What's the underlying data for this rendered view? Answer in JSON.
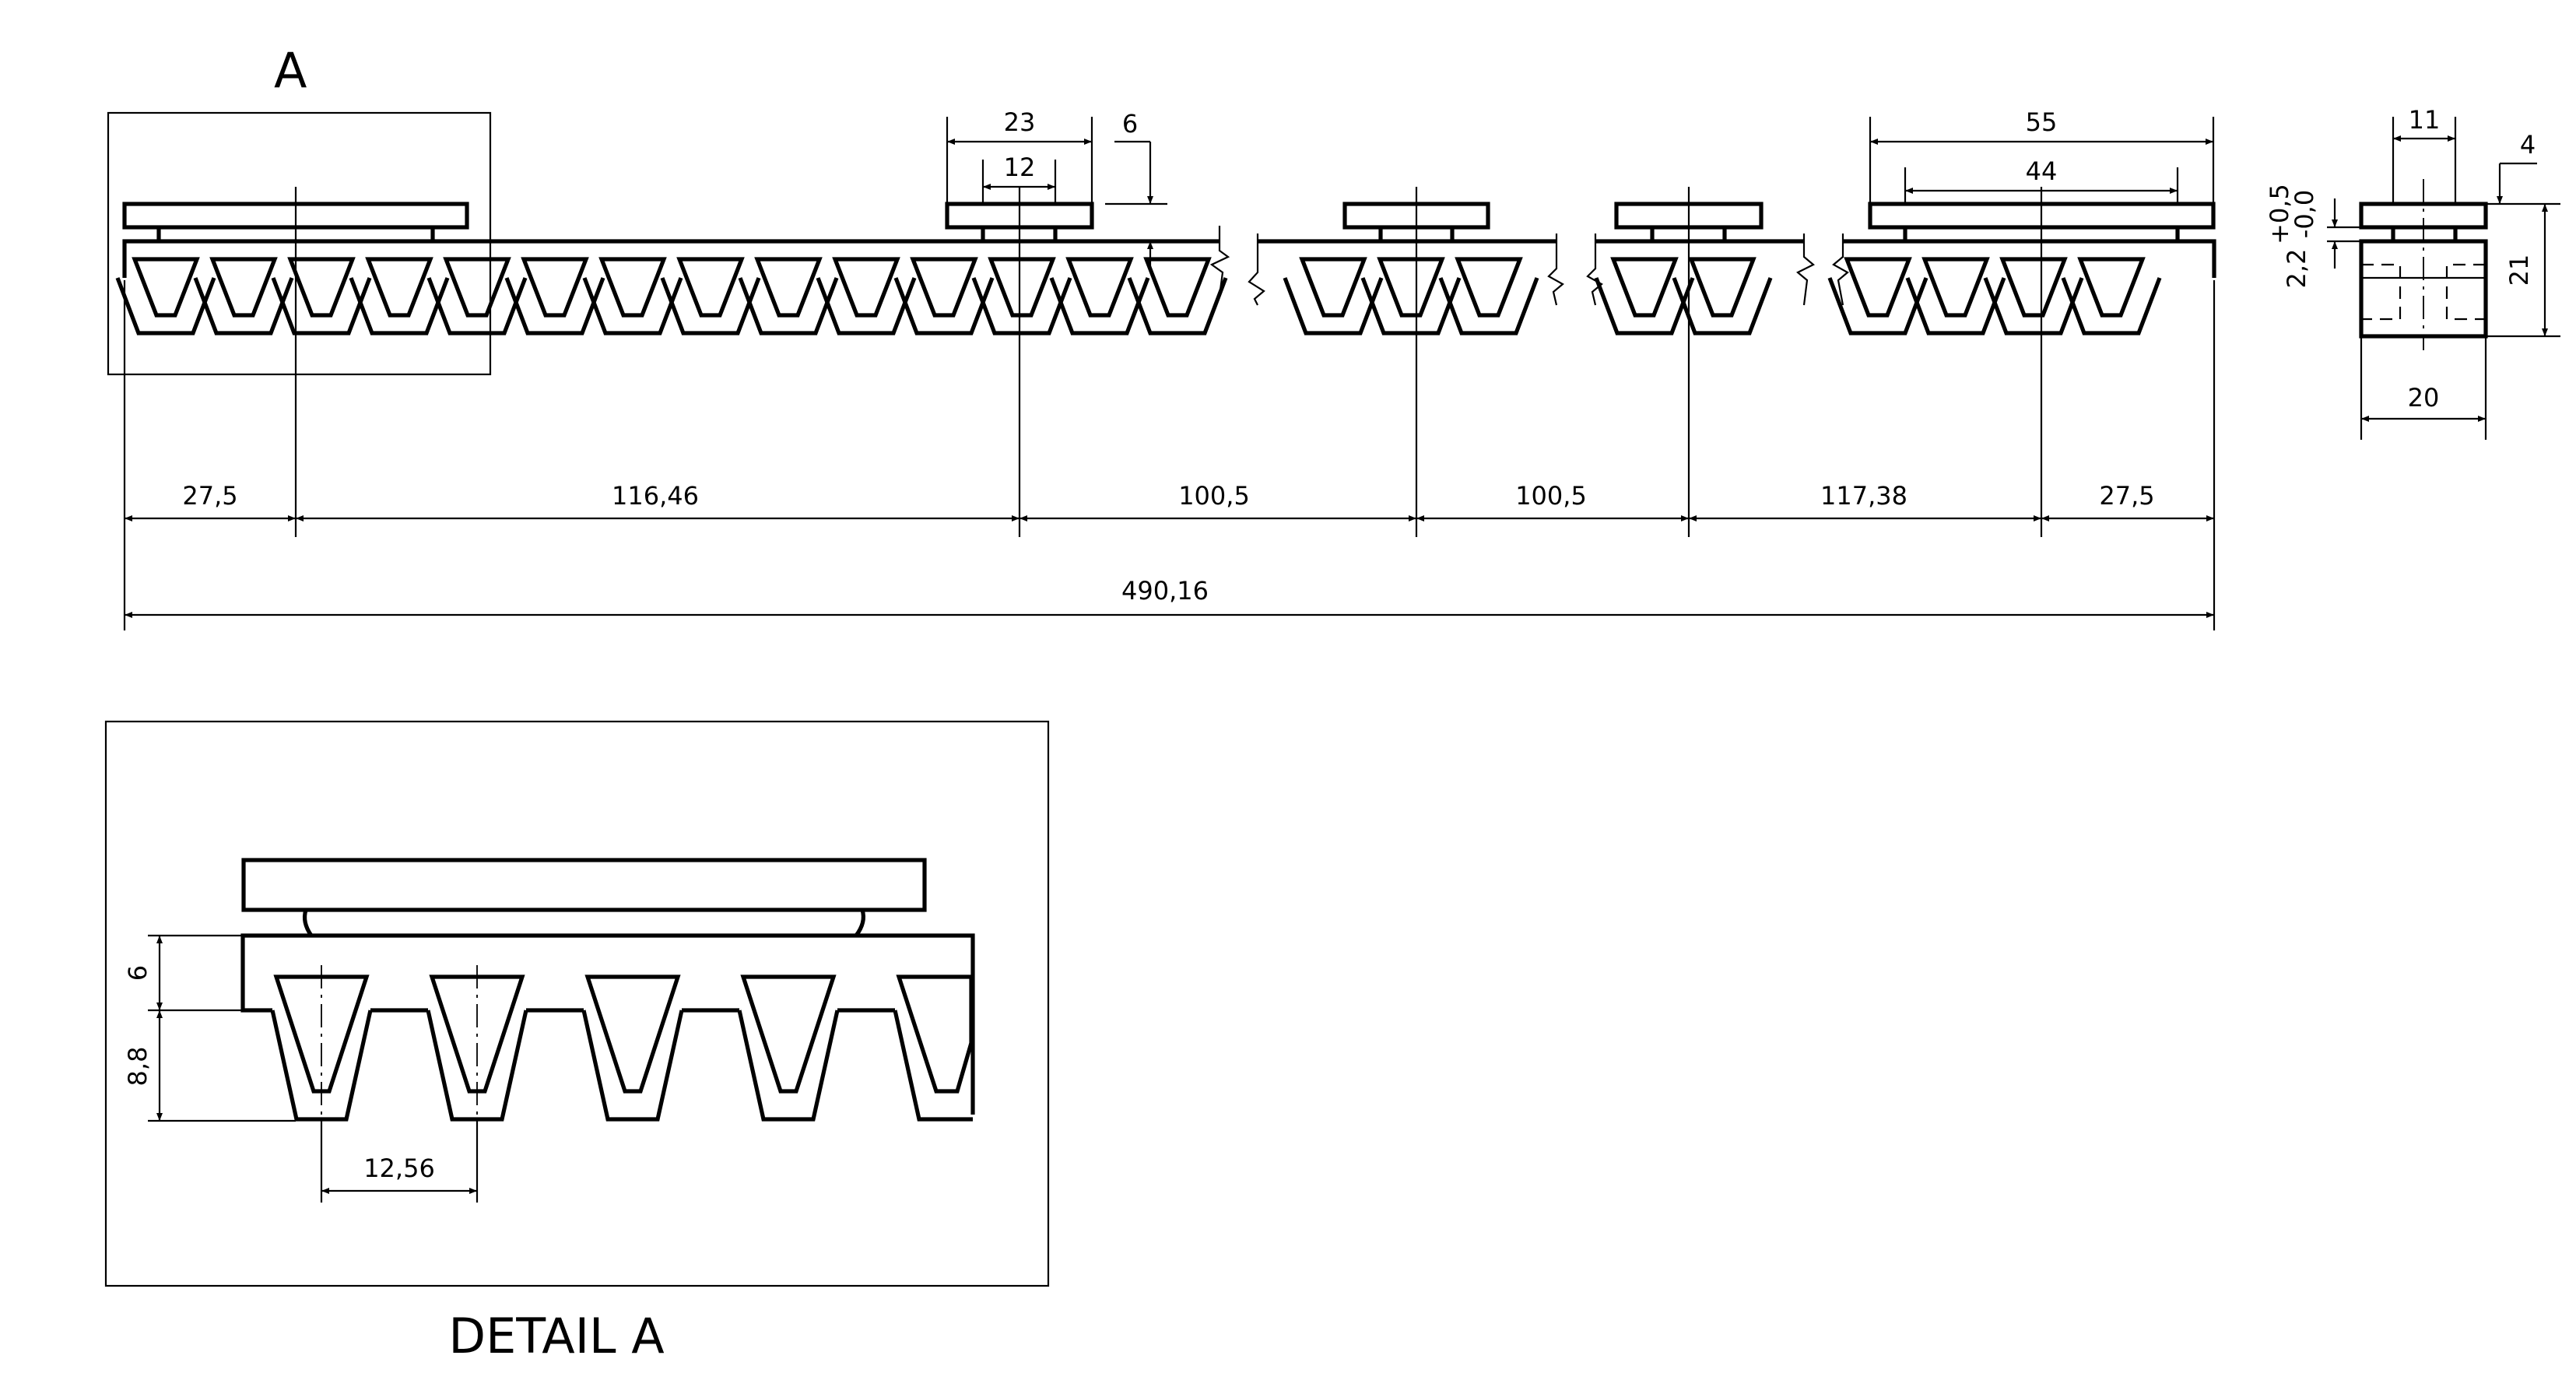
{
  "drawing": {
    "view_label": "A",
    "detail_title": "DETAIL A",
    "dimensions": {
      "pos_1": "27,5",
      "pos_2": "116,46",
      "pos_3": "100,5",
      "pos_4": "100,5",
      "pos_5": "117,38",
      "pos_6": "27,5",
      "overall": "490,16",
      "plate_small_w": "23",
      "plate_small_hole": "12",
      "offset_6": "6",
      "plate_large_w": "55",
      "plate_large_hole": "44",
      "side_top_w": "11",
      "side_4": "4",
      "side_gap": "2,2",
      "side_tol_plus": "+0,5",
      "side_tol_minus": "-0,0",
      "side_height": "21",
      "side_width": "20",
      "detail_6": "6",
      "detail_8_8": "8,8",
      "detail_pitch": "12,56"
    }
  }
}
